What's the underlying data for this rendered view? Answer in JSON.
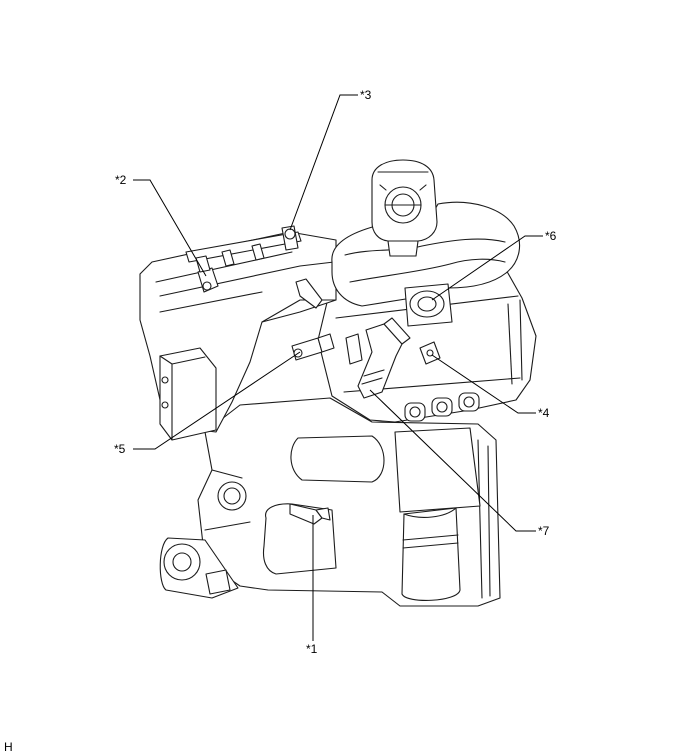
{
  "callouts": [
    {
      "label": "*1"
    },
    {
      "label": "*2"
    },
    {
      "label": "*3"
    },
    {
      "label": "*4"
    },
    {
      "label": "*5"
    },
    {
      "label": "*6"
    },
    {
      "label": "*7"
    }
  ],
  "corner_mark": "H"
}
